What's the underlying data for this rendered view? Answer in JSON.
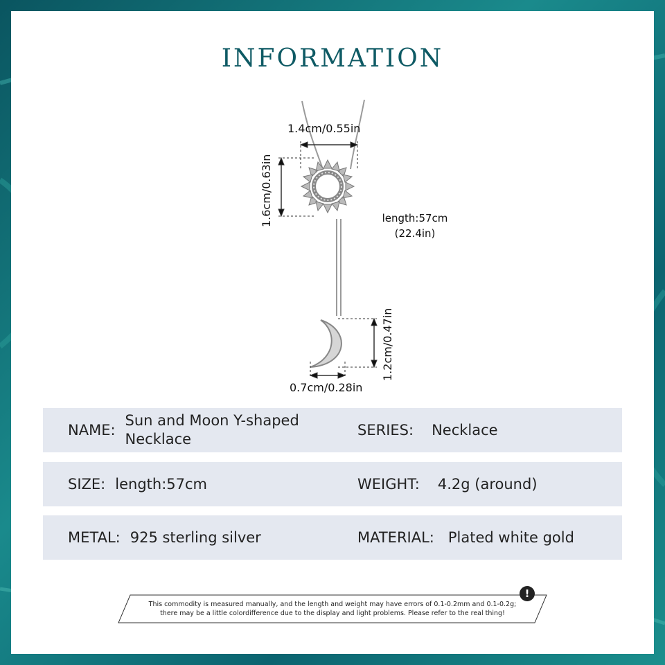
{
  "title": "INFORMATION",
  "dimensions": {
    "sun_width": "1.4cm/0.55in",
    "sun_height": "1.6cm/0.63in",
    "chain_length_line1": "length:57cm",
    "chain_length_line2": "(22.4in)",
    "moon_height": "1.2cm/0.47in",
    "moon_width": "0.7cm/0.28in"
  },
  "specs": [
    {
      "label": "NAME:",
      "value_line1": "Sun and Moon Y-shaped",
      "value_line2": "Necklace",
      "label2": "SERIES:",
      "value2": "Necklace"
    },
    {
      "label": "SIZE:",
      "value": "length:57cm",
      "label2": "WEIGHT:",
      "value2": "4.2g (around)"
    },
    {
      "label": "METAL:",
      "value": "925 sterling silver",
      "label2": "MATERIAL:",
      "value2": "Plated white gold"
    }
  ],
  "note": {
    "line1": "This commodity is measured manually, and the length and weight may have errors of 0.1-0.2mm and 0.1-0.2g;",
    "line2": "there may be a little colordifference due to the display and light problems. Please refer to the real thing!",
    "icon": "exclamation-icon"
  },
  "colors": {
    "frame": "#0f6f76",
    "title": "#0e5a64",
    "row_bg": "#e4e8f0"
  }
}
